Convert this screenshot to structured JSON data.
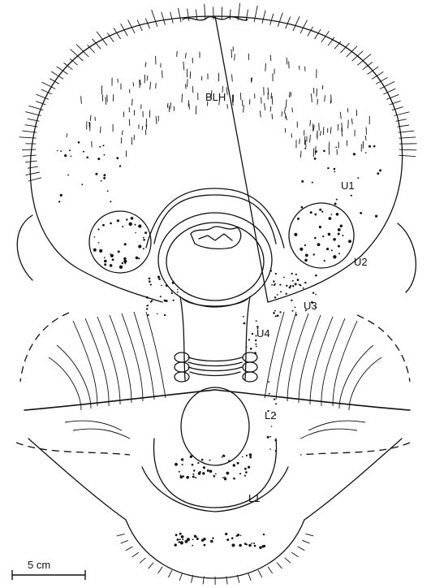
{
  "labels": {
    "blh": "BLH",
    "u1": "U1",
    "u2": "U2",
    "u3": "U3",
    "u4": "U4",
    "l1": "L1",
    "l2": "L2"
  },
  "scale_bar": {
    "text": "5 cm"
  },
  "colors": {
    "ink": "#111111",
    "paper": "#ffffff"
  }
}
